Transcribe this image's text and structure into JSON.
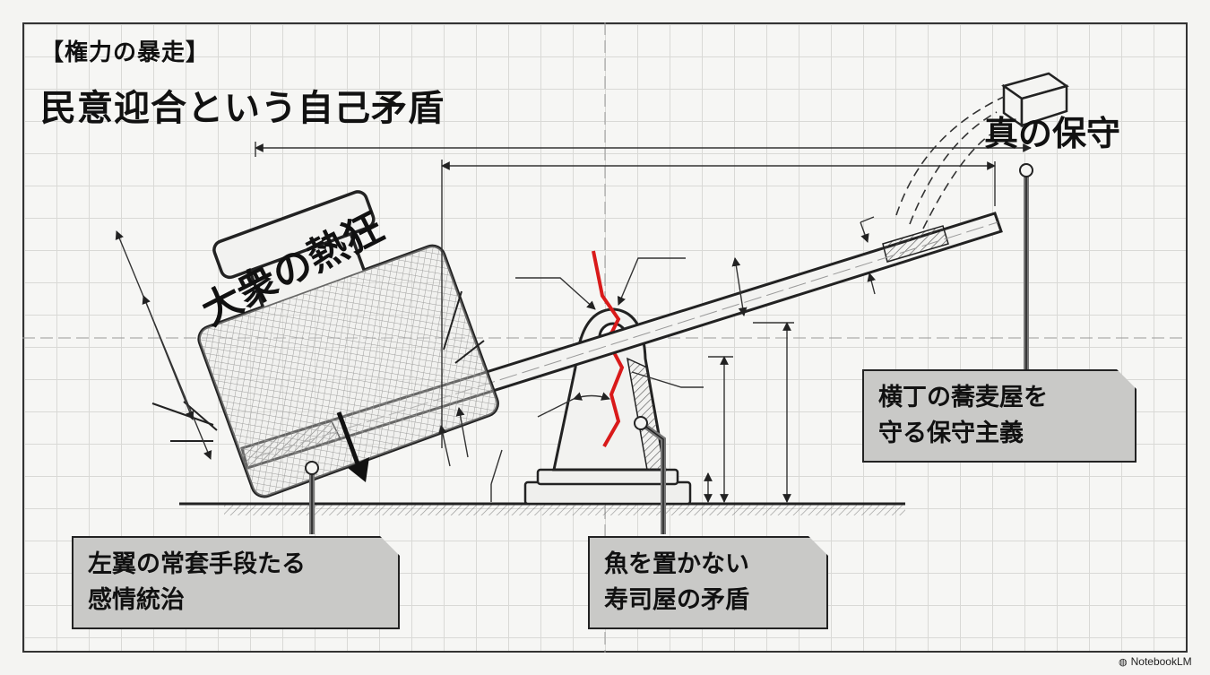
{
  "header": {
    "kicker": "【権力の暴走】",
    "title": "民意迎合という自己矛盾"
  },
  "weight": {
    "label": "大衆の熱狂"
  },
  "light_block": {
    "label": "真の保守"
  },
  "callouts": {
    "left": {
      "line1": "左翼の常套手段たる",
      "line2": "感情統治"
    },
    "middle": {
      "line1": "魚を置かない",
      "line2": "寿司屋の矛盾"
    },
    "right": {
      "line1": "横丁の蕎麦屋を",
      "line2": "守る保守主義"
    }
  },
  "brand": {
    "name": "NotebookLM",
    "icon": "notebook-icon"
  },
  "colors": {
    "crack": "#d91a1a",
    "box": "#c9c9c7",
    "ink": "#111111"
  }
}
